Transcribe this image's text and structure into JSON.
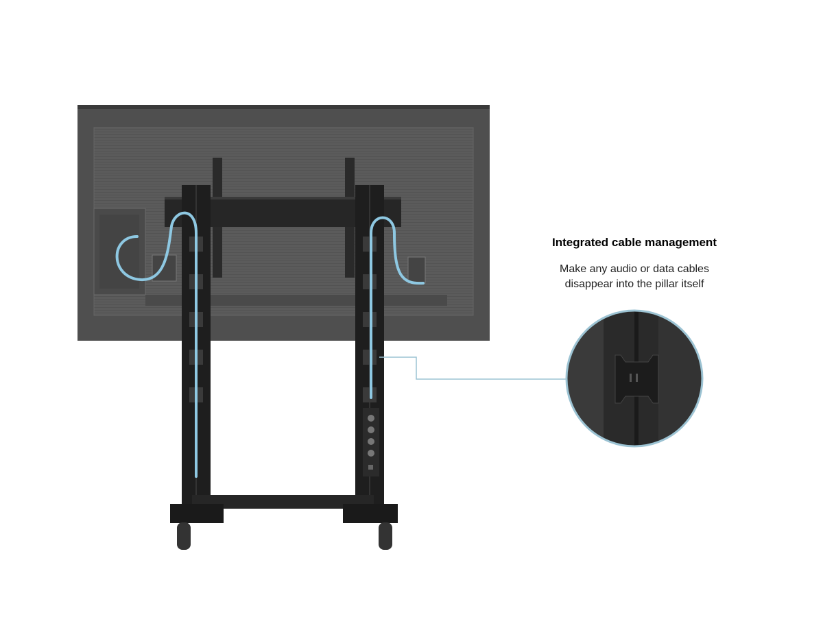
{
  "callout": {
    "title": "Integrated cable management",
    "description_line1": "Make any audio or data cables",
    "description_line2": "disappear into the pillar itself"
  },
  "colors": {
    "cable": "#8ec8e2",
    "callout_line": "#9cc3d3",
    "tv_back": "#555555",
    "stand": "#1e1e1e"
  }
}
